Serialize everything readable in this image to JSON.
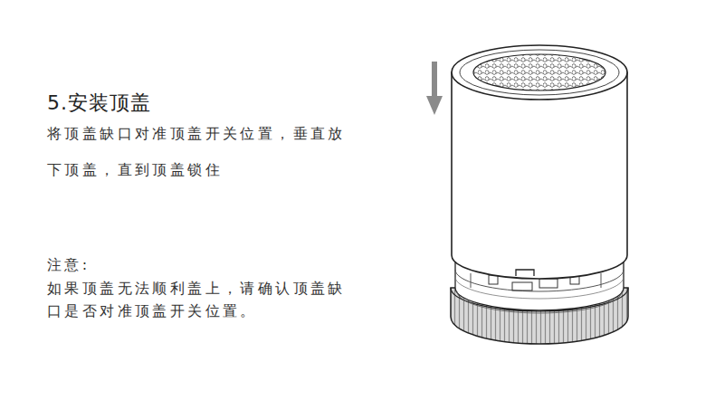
{
  "diagram": {
    "title": "5.安装顶盖",
    "labels": [
      "将顶盖缺口对准顶盖开关位置，垂直放",
      "下顶盖，直到顶盖锁住",
      "注意:",
      "如果顶盖无法顺利盖上，请确认顶盖缺口是否对准顶盖开关位置。"
    ]
  }
}
